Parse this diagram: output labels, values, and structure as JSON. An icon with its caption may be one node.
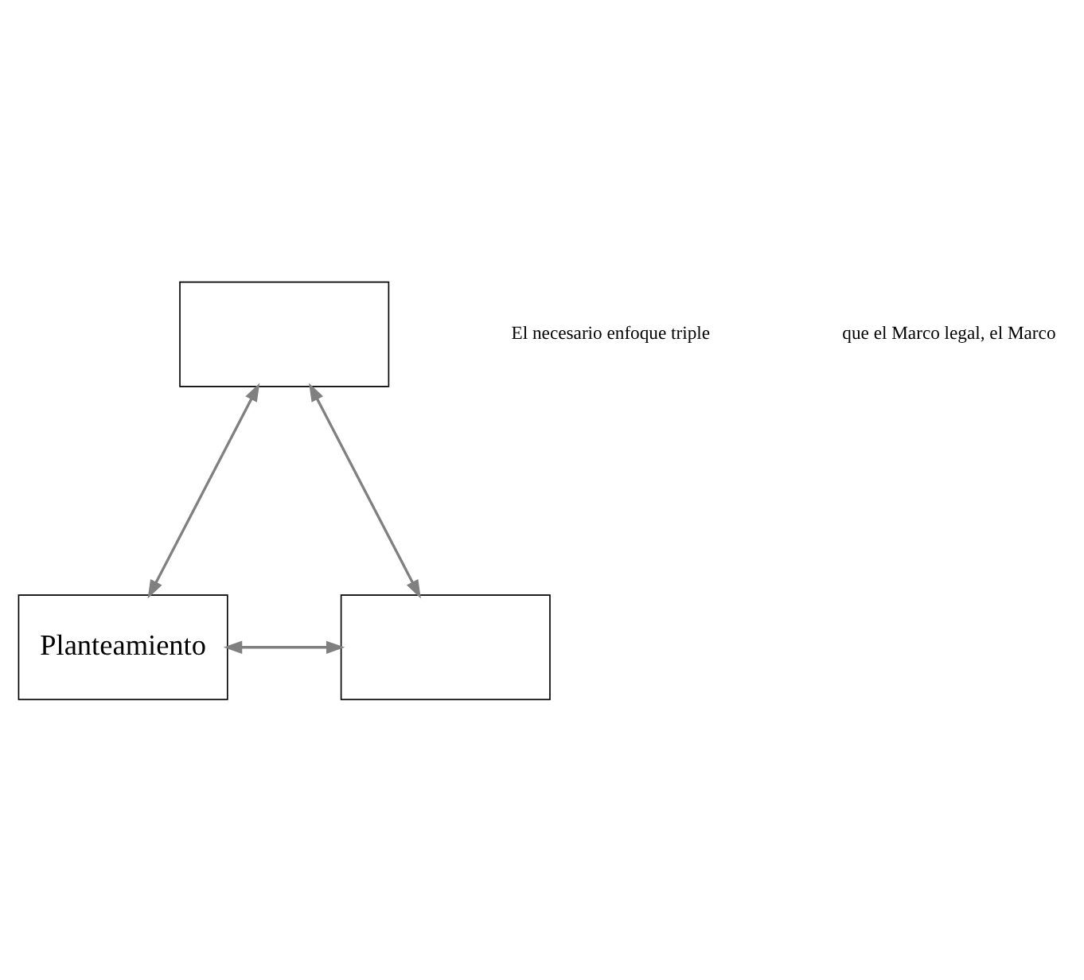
{
  "diagram": {
    "nodes": [
      {
        "text": [],
        "shape": "box"
      },
      {
        "text": [
          "Planteamiento"
        ]
      },
      {
        "text": [],
        "shape": "box"
      }
    ],
    "edges": [
      {
        "from": 0,
        "to": 1,
        "arrow": "both"
      },
      {
        "from": 0,
        "to": 2,
        "arrow": "both"
      },
      {
        "from": 1,
        "to": 2,
        "arrow": "both"
      }
    ],
    "labels": [
      "El necesario enfoque triple",
      "que el Marco legal, el Marco"
    ]
  }
}
